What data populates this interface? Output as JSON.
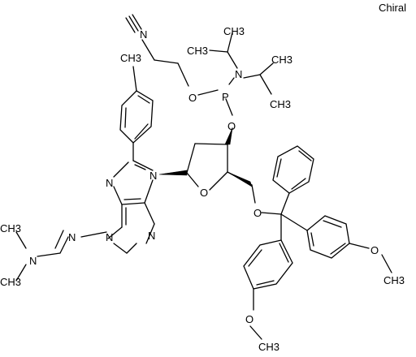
{
  "flag": "Chiral",
  "atoms": {
    "n_nitrile": "N",
    "p": "P",
    "n_amine": "N",
    "o_phosphite_upper": "O",
    "o_phosphite_lower": "O",
    "iprA_ch3_1": "CH3",
    "iprA_ch3_2": "CH3",
    "iprB_ch3_1": "CH3",
    "iprB_ch3_2": "CH3",
    "tolyl_ch3": "CH3",
    "n9": "N",
    "n7": "N",
    "n3": "N",
    "n1": "N",
    "o_ring": "O",
    "o_trityl": "O",
    "n_amidine": "N",
    "n_dimethyl": "N",
    "nme_ch3_1": "CH3",
    "nme_ch3_2": "CH3",
    "ome1_o": "O",
    "ome1_ch3": "CH3",
    "ome2_o": "O",
    "ome2_ch3": "CH3"
  }
}
